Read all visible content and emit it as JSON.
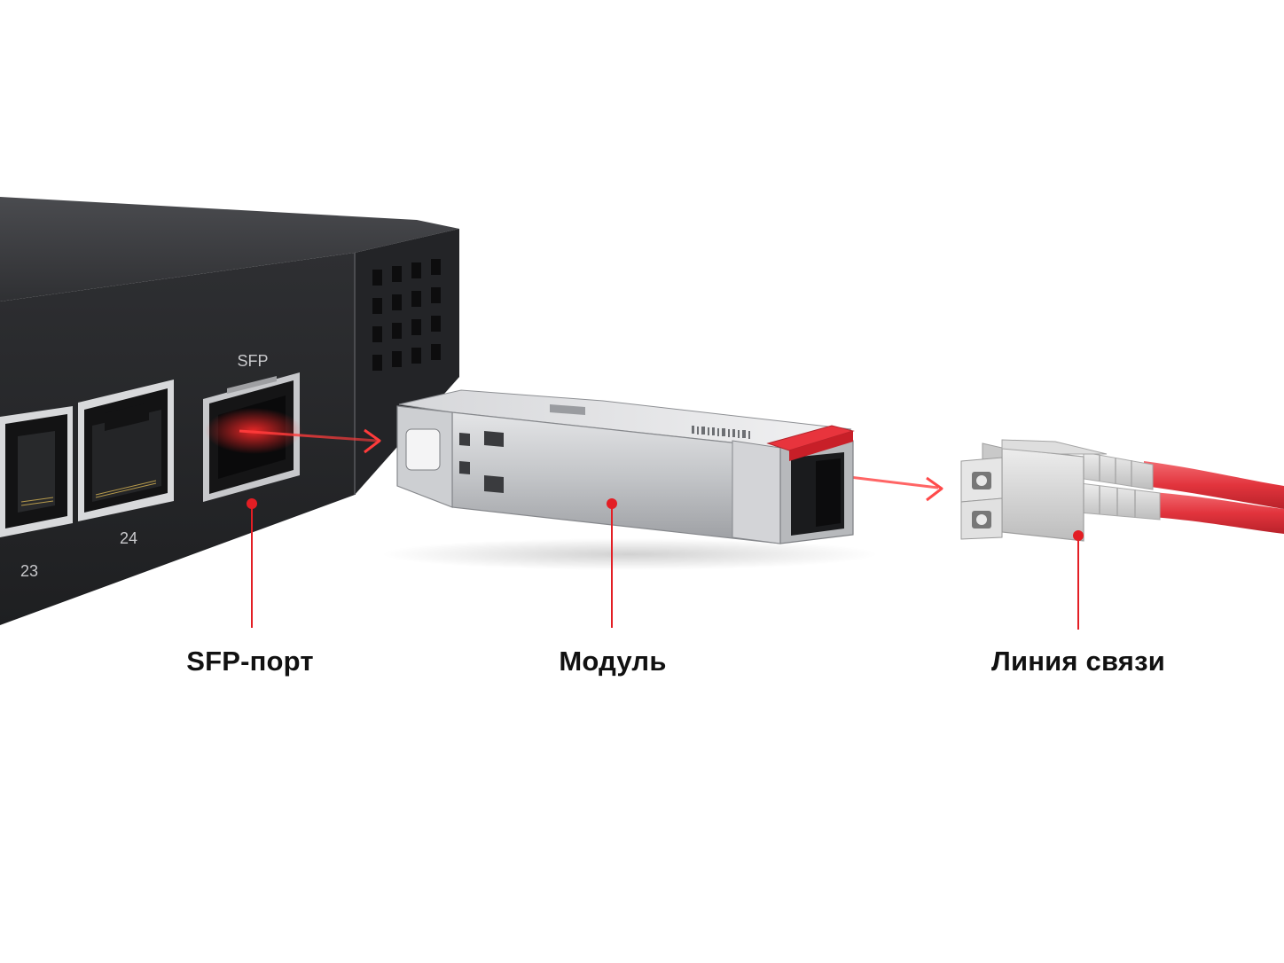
{
  "device": {
    "sfp_title": "SFP",
    "port_numbers": [
      "23",
      "24"
    ]
  },
  "callouts": [
    {
      "id": "sfp-port",
      "label": "SFP-порт"
    },
    {
      "id": "module",
      "label": "Модуль"
    },
    {
      "id": "link",
      "label": "Линия связи"
    }
  ],
  "colors": {
    "accent": "#e31e24",
    "switch_body": "#2a2b2e",
    "module_metal": "#c9cbce",
    "connector": "#dcdcdc",
    "cable": "#e8434b",
    "label_text": "#111111"
  }
}
